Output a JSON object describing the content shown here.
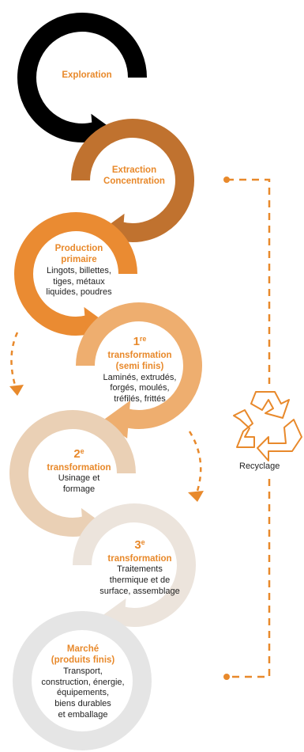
{
  "colors": {
    "accent": "#e8892b",
    "stage1": "#000000",
    "stage2": "#c0722f",
    "stage3": "#ea8b32",
    "stage4": "#eeae6f",
    "stage5": "#ead0b5",
    "stage6": "#ece4dc",
    "stage7": "#e5e5e5",
    "dashed": "#e8892b"
  },
  "stages": [
    {
      "title": "Exploration"
    },
    {
      "title_line1": "Extraction",
      "title_line2": "Concentration"
    },
    {
      "title_line1": "Production",
      "title_line2": "primaire",
      "desc": [
        "Lingots, billettes,",
        "tiges, métaux",
        "liquides, poudres"
      ]
    },
    {
      "num": "1",
      "sup": "re",
      "title_line1": "transformation",
      "title_line2": "(semi finis)",
      "desc": [
        "Laminés, extrudés,",
        "forgés, moulés,",
        "tréfilés, frittés"
      ]
    },
    {
      "num": "2",
      "sup": "e",
      "title_line1": "transformation",
      "desc": [
        "Usinage et",
        "formage"
      ]
    },
    {
      "num": "3",
      "sup": "e",
      "title_line1": "transformation",
      "desc": [
        "Traitements",
        "thermique et de",
        "surface, assemblage"
      ]
    },
    {
      "title_line1": "Marché",
      "title_line2": "(produits finis)",
      "desc": [
        "Transport,",
        "construction, énergie,",
        "équipements,",
        "biens durables",
        "et emballage"
      ]
    }
  ],
  "recycling": {
    "label": "Recyclage",
    "icon": "recycle-icon"
  }
}
